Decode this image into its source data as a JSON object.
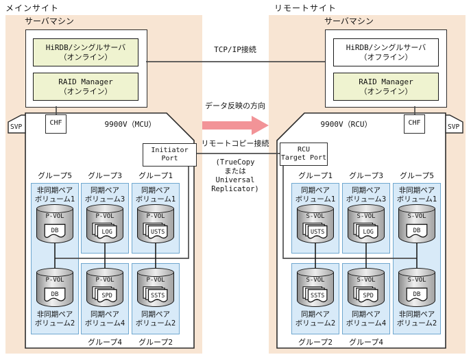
{
  "diagram": {
    "main_site_label": "メインサイト",
    "remote_site_label": "リモートサイト",
    "tcp_label": "TCP/IP接続",
    "flow_label": "データ反映の方向",
    "remote_copy_label": "リモートコピー接続",
    "remote_copy_note": [
      "(TrueCopy",
      "または",
      "Universal",
      "Replicator)"
    ],
    "colors": {
      "site_bg": "#F8E5D3",
      "cell_bg": "#D8EAF8",
      "cell_border": "#6FA7CF",
      "app_online_bg": "#EFF3D0",
      "arrow": "#F29397",
      "line": "#4d4d4d"
    }
  },
  "main": {
    "server_label": "サーバマシン",
    "hirdb": [
      "HiRDB/シングルサーバ",
      "（オンライン）"
    ],
    "raid": [
      "RAID Manager",
      "（オンライン）"
    ],
    "svp": "SVP",
    "chf": "CHF",
    "storage_label": "9900V（MCU）",
    "port": [
      "Initiator",
      "Port"
    ],
    "vol_role": "P-VOL",
    "groups_top": [
      "グループ5",
      "グループ3",
      "グループ1"
    ],
    "groups_bottom": [
      "グループ4",
      "グループ2"
    ],
    "cols": {
      "c1": {
        "top_label": [
          "非同期ペア",
          "ボリューム1"
        ],
        "top_doc": "DB",
        "bottom_doc": "DB",
        "bottom_label": [
          "非同期ペア",
          "ボリューム2"
        ]
      },
      "c2": {
        "top_label": [
          "同期ペア",
          "ボリューム3"
        ],
        "top_doc": "LOG",
        "bottom_doc": "SPD",
        "bottom_label": [
          "同期ペア",
          "ボリューム4"
        ]
      },
      "c3": {
        "top_label": [
          "同期ペア",
          "ボリューム1"
        ],
        "top_doc": "USTS",
        "bottom_doc": "SSTS",
        "bottom_label": [
          "同期ペア",
          "ボリューム2"
        ]
      }
    }
  },
  "remote": {
    "server_label": "サーバマシン",
    "hirdb": [
      "HiRDB/シングルサーバ",
      "（オフライン）"
    ],
    "raid": [
      "RAID Manager",
      "（オンライン）"
    ],
    "svp": "SVP",
    "chf": "CHF",
    "storage_label": "9900V（RCU）",
    "port": [
      "RCU",
      "Target Port"
    ],
    "vol_role": "S-VOL",
    "groups_top": [
      "グループ1",
      "グループ3",
      "グループ5"
    ],
    "groups_bottom": [
      "グループ2",
      "グループ4"
    ],
    "cols": {
      "c1": {
        "top_label": [
          "同期ペア",
          "ボリューム1"
        ],
        "top_doc": "USTS",
        "bottom_doc": "SSTS",
        "bottom_label": [
          "同期ペア",
          "ボリューム2"
        ]
      },
      "c2": {
        "top_label": [
          "同期ペア",
          "ボリューム3"
        ],
        "top_doc": "LOG",
        "bottom_doc": "SPD",
        "bottom_label": [
          "同期ペア",
          "ボリューム4"
        ]
      },
      "c3": {
        "top_label": [
          "非同期ペア",
          "ボリューム1"
        ],
        "top_doc": "DB",
        "bottom_doc": "DB",
        "bottom_label": [
          "非同期ペア",
          "ボリューム2"
        ]
      }
    }
  }
}
